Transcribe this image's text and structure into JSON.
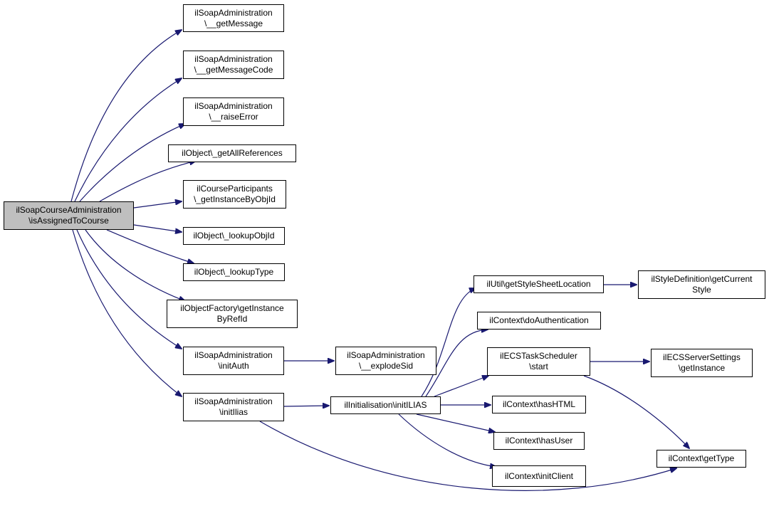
{
  "colors": {
    "edge": "#191970",
    "root_fill": "#bfbfbf",
    "node_fill": "#ffffff",
    "border": "#000000"
  },
  "nodes": {
    "root": {
      "l1": "ilSoapCourseAdministration",
      "l2": "\\isAssignedToCourse"
    },
    "getMsg": {
      "l1": "ilSoapAdministration",
      "l2": "\\__getMessage"
    },
    "getCode": {
      "l1": "ilSoapAdministration",
      "l2": "\\__getMessageCode"
    },
    "raise": {
      "l1": "ilSoapAdministration",
      "l2": "\\__raiseError"
    },
    "allRefs": {
      "l1": "ilObject\\_getAllReferences"
    },
    "partic": {
      "l1": "ilCourseParticipants",
      "l2": "\\_getInstanceByObjId"
    },
    "lookupId": {
      "l1": "ilObject\\_lookupObjId"
    },
    "lookupType": {
      "l1": "ilObject\\_lookupType"
    },
    "factory": {
      "l1": "ilObjectFactory\\getInstance",
      "l2": "ByRefId"
    },
    "initAuth": {
      "l1": "ilSoapAdministration",
      "l2": "\\initAuth"
    },
    "initIlias": {
      "l1": "ilSoapAdministration",
      "l2": "\\initIlias"
    },
    "explode": {
      "l1": "ilSoapAdministration",
      "l2": "\\__explodeSid"
    },
    "initILIAS2": {
      "l1": "ilInitialisation\\initILIAS"
    },
    "style": {
      "l1": "ilUtil\\getStyleSheetLocation"
    },
    "styleDef": {
      "l1": "ilStyleDefinition\\getCurrent",
      "l2": "Style"
    },
    "doAuth": {
      "l1": "ilContext\\doAuthentication"
    },
    "ecs": {
      "l1": "ilECSTaskScheduler",
      "l2": "\\start"
    },
    "ecsSet": {
      "l1": "ilECSServerSettings",
      "l2": "\\getInstance"
    },
    "hasHTML": {
      "l1": "ilContext\\hasHTML"
    },
    "hasUser": {
      "l1": "ilContext\\hasUser"
    },
    "initClient": {
      "l1": "ilContext\\initClient"
    },
    "getType": {
      "l1": "ilContext\\getType"
    }
  }
}
